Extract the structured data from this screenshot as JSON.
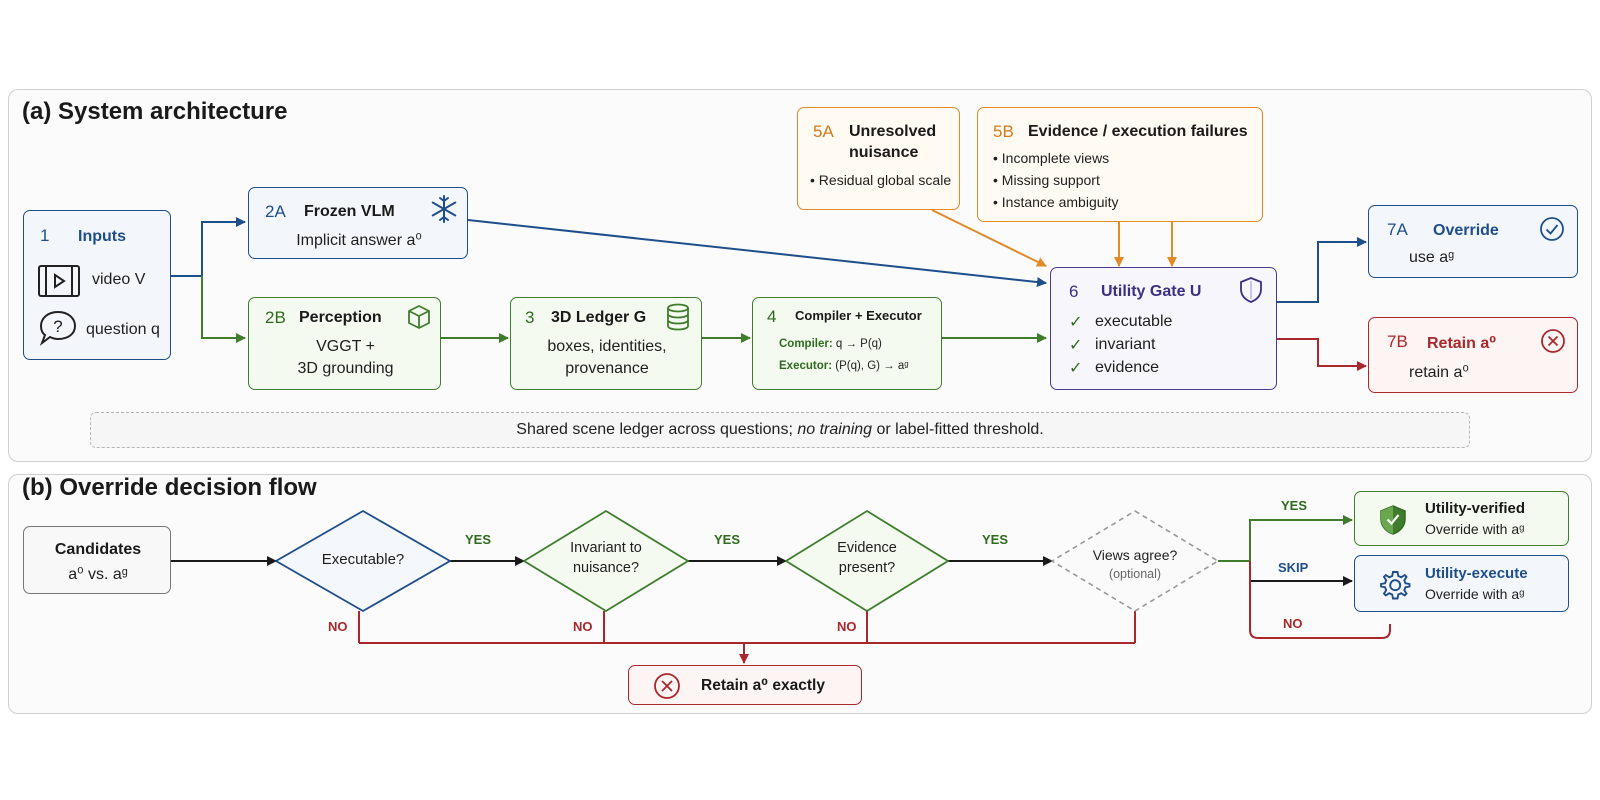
{
  "panel_a": {
    "title": "(a) System architecture",
    "inputs": {
      "num": "1",
      "title": "Inputs",
      "video": "video V",
      "question": "question q"
    },
    "frozen_vlm": {
      "num": "2A",
      "title": "Frozen VLM",
      "text": "Implicit answer a⁰"
    },
    "perception": {
      "num": "2B",
      "title": "Perception",
      "line1": "VGGT +",
      "line2": "3D grounding"
    },
    "ledger": {
      "num": "3",
      "title": "3D Ledger G",
      "line1": "boxes, identities,",
      "line2": "provenance"
    },
    "compiler": {
      "num": "4",
      "title": "Compiler + Executor",
      "line1_key": "Compiler:",
      "line1_val": "q → P(q)",
      "line2_key": "Executor:",
      "line2_val": "(P(q), G) → aᵍ"
    },
    "nuisance": {
      "num": "5A",
      "title1": "Unresolved",
      "title2": "nuisance",
      "bullet": "Residual global scale"
    },
    "failures": {
      "num": "5B",
      "title": "Evidence / execution failures",
      "bullets": [
        "Incomplete views",
        "Missing support",
        "Instance ambiguity"
      ]
    },
    "gate": {
      "num": "6",
      "title": "Utility Gate U",
      "checks": [
        "executable",
        "invariant",
        "evidence"
      ]
    },
    "override": {
      "num": "7A",
      "title": "Override",
      "text": "use aᵍ"
    },
    "retain": {
      "num": "7B",
      "title": "Retain a⁰",
      "text": "retain a⁰"
    },
    "note": {
      "pre": "Shared scene ledger across questions; ",
      "em": "no training",
      "post": " or label-fitted threshold."
    }
  },
  "panel_b": {
    "title": "(b)  Override decision flow",
    "candidates": {
      "title": "Candidates",
      "text": "a⁰ vs.  aᵍ"
    },
    "executable": "Executable?",
    "invariant": [
      "Invariant to",
      "nuisance?"
    ],
    "evidence": [
      "Evidence",
      "present?"
    ],
    "views": [
      "Views agree?",
      "(optional)"
    ],
    "yes": "YES",
    "no": "NO",
    "skip": "SKIP",
    "verified": {
      "title": "Utility-verified",
      "text": "Override with aᵍ"
    },
    "execute": {
      "title": "Utility-execute",
      "text": "Override with aᵍ"
    },
    "retain_exact": "Retain a⁰ exactly"
  },
  "colors": {
    "blue": "#1f4e8c",
    "green": "#3f7d2c",
    "orange": "#e08a2a",
    "purple": "#4a3c8c",
    "red": "#a8282c"
  },
  "icons": [
    "film-icon",
    "speech-bubble-icon",
    "snowflake-icon",
    "cube-icon",
    "database-icon",
    "shield-icon",
    "check-circle-icon",
    "x-circle-icon",
    "shield-check-icon",
    "gear-icon"
  ]
}
